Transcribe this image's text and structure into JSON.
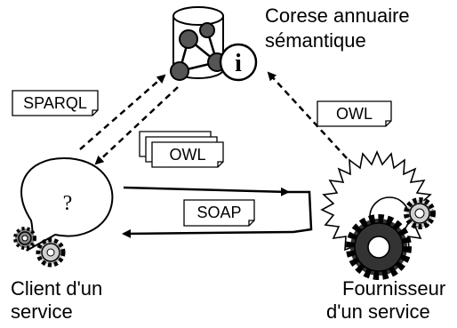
{
  "annuaire": {
    "line1": "Corese annuaire",
    "line2": "sémantique",
    "info_glyph": "i"
  },
  "client": {
    "line1": "Client d'un",
    "line2": "service",
    "bubble_glyph": "?"
  },
  "fournisseur": {
    "line1": "Fournisseur",
    "line2": "d'un service"
  },
  "notes": {
    "sparql": "SPARQL",
    "owl_stack": "OWL",
    "owl_provider": "OWL",
    "soap": "SOAP"
  },
  "colors": {
    "node_dark": "#555555",
    "gear_light": "#cfcfcf",
    "gear_dark": "#333333",
    "line": "#000000"
  }
}
